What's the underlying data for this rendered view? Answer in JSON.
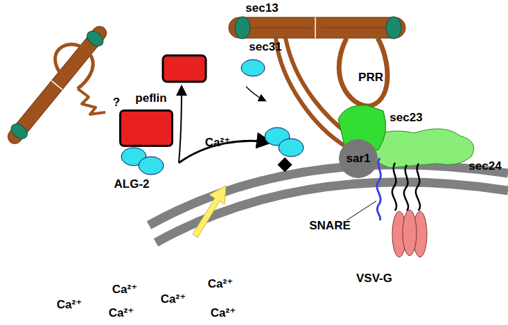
{
  "diagram": {
    "nodes": [
      {
        "text": [
          "sar1"
        ]
      },
      {
        "text": [
          "peflin"
        ]
      },
      {
        "text": [
          "ALG-2"
        ]
      },
      {
        "text": [
          "sec23"
        ]
      },
      {
        "text": [
          "sec24"
        ]
      },
      {
        "text": [
          "VSV-G"
        ]
      }
    ],
    "labels": [
      "sec13",
      "sec31",
      "PRR",
      "?",
      "Ca²⁺",
      "SNARE",
      "Ca²⁺",
      "Ca²⁺",
      "Ca²⁺",
      "Ca²⁺",
      "Ca²⁺",
      "Ca²⁺"
    ]
  }
}
